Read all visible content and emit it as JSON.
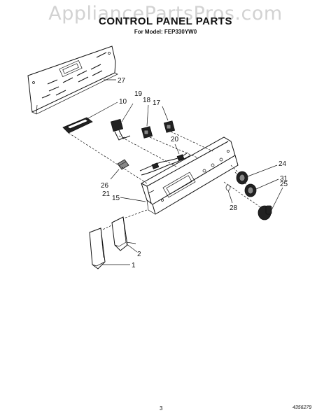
{
  "watermark": "AppliancePartsPros.com",
  "header": {
    "title": "CONTROL PANEL PARTS",
    "model": "For Model: FEP330YW0"
  },
  "callouts": [
    "27",
    "10",
    "19",
    "18",
    "17",
    "20",
    "24",
    "31",
    "25",
    "28",
    "26",
    "21",
    "15",
    "2",
    "1"
  ],
  "footer": {
    "page_number": "3",
    "document_number": "4356279"
  }
}
